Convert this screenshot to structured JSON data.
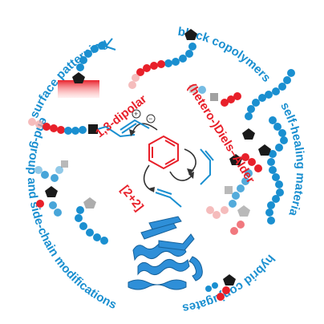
{
  "labels": {
    "surface_patterning": "surface patterning",
    "block_copolymers": "block copolymers",
    "self_healing": "self-healing materials",
    "hybrid": "hybrid conjugates",
    "end_group": "end-group and side-chain modifications",
    "dipolar": "1,3-dipolar",
    "diels_alder": "(hetero-)Diels–Alder",
    "two_plus_two": "[2+2]"
  },
  "colors": {
    "blue": "#1a8fd0",
    "red": "#e8202a",
    "black": "#1a1a1a",
    "grey": "#8a8a8a",
    "pink": "#f2a0a0"
  }
}
